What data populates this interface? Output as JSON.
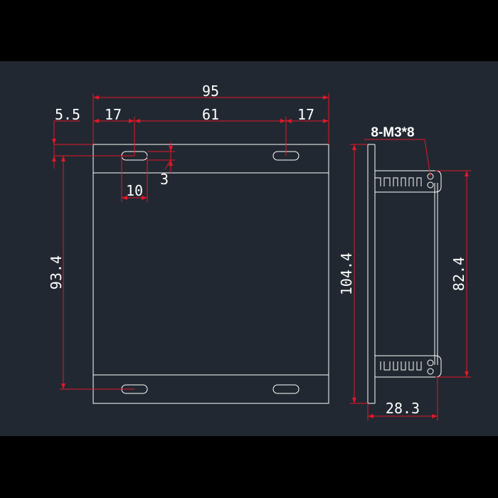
{
  "colors": {
    "page_background": "#000000",
    "drawing_background": "#222831",
    "outline": "#ffffff",
    "dimension_line": "#e0182a",
    "text": "#ffffff"
  },
  "front_view": {
    "width_overall": "95",
    "edge_offset": "5.5",
    "left_spacing": "17",
    "hole_spacing": "61",
    "right_spacing": "17",
    "slot_length": "10",
    "slot_width": "3",
    "hole_vertical_spacing": "93.4"
  },
  "side_view": {
    "screw_callout": "8-M3*8",
    "overall_height": "104.4",
    "inner_height": "82.4",
    "depth": "28.3"
  }
}
